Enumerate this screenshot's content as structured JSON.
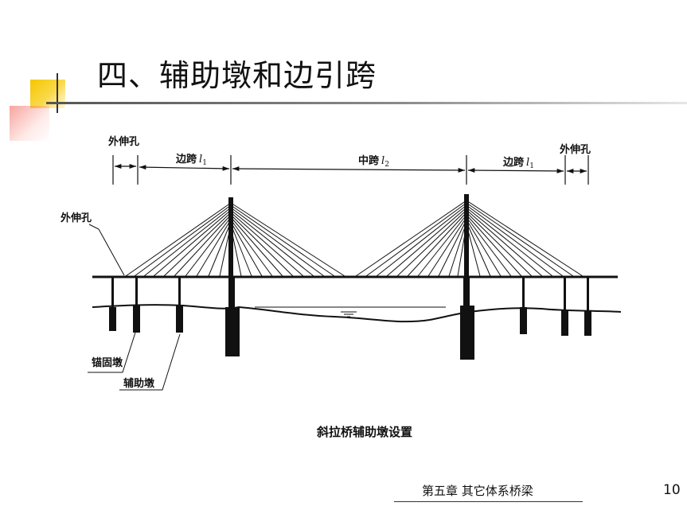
{
  "slide": {
    "title": "四、辅助墩和边引跨",
    "figure_caption": "斜拉桥辅助墩设置",
    "footer_chapter": "第五章  其它体系桥梁",
    "page_number": "10"
  },
  "diagram": {
    "span_labels": {
      "outer_left": "外伸孔",
      "side_left": "边跨",
      "side_left_sym": "l",
      "side_left_sub": "1",
      "main": "中跨",
      "main_sym": "l",
      "main_sub": "2",
      "side_right": "边跨",
      "side_right_sym": "l",
      "side_right_sub": "1",
      "outer_right": "外伸孔"
    },
    "callouts": {
      "overhang": "外伸孔",
      "anchor_pier": "锚固墩",
      "auxiliary_pier": "辅助墩"
    }
  }
}
